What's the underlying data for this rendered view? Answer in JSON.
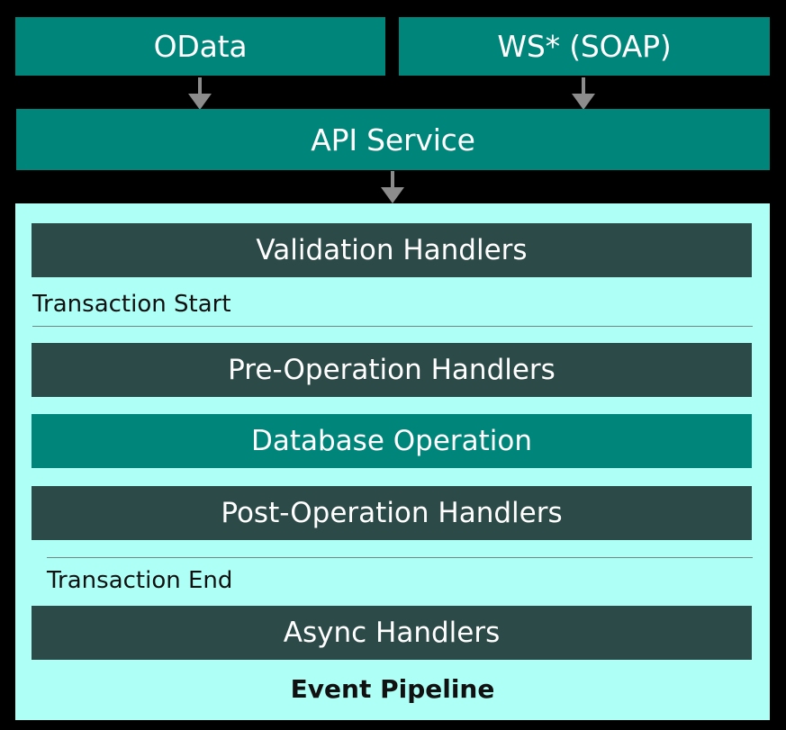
{
  "diagram": {
    "title": "Event Pipeline",
    "colors": {
      "background": "#000000",
      "teal": "#00857a",
      "dark_teal": "#2c4a47",
      "cyan_container": "#aefff5",
      "arrow_gray": "#8c8c8c",
      "divider_gray": "#6f8886",
      "box_text": "#ffffff",
      "label_text": "#111111"
    },
    "entry_points": [
      {
        "label": "OData"
      },
      {
        "label": "WS* (SOAP)"
      }
    ],
    "service": {
      "label": "API Service"
    },
    "arrows": [
      {
        "name": "odata-to-api-service",
        "glyph": "down-arrow-icon"
      },
      {
        "name": "ws-soap-to-api-service",
        "glyph": "down-arrow-icon"
      },
      {
        "name": "api-service-to-event-pipeline",
        "glyph": "down-arrow-icon"
      }
    ],
    "pipeline": {
      "caption": "Event Pipeline",
      "stages": [
        {
          "label": "Validation Handlers",
          "style": "dark"
        },
        {
          "label": "Pre-Operation Handlers",
          "style": "dark"
        },
        {
          "label": "Database Operation",
          "style": "teal"
        },
        {
          "label": "Post-Operation Handlers",
          "style": "dark"
        },
        {
          "label": "Async Handlers",
          "style": "dark"
        }
      ],
      "transaction_markers": [
        {
          "label": "Transaction Start"
        },
        {
          "label": "Transaction End"
        }
      ]
    }
  }
}
